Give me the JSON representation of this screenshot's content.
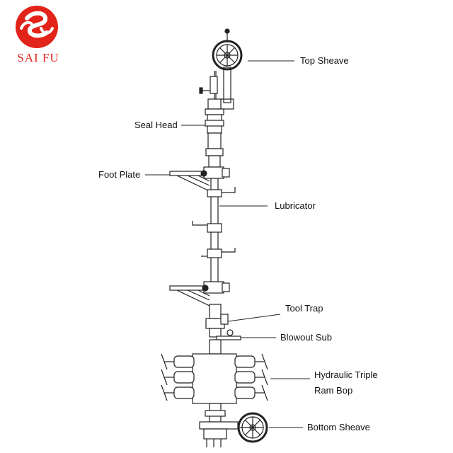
{
  "brand": {
    "name": "SAI FU",
    "color": "#e2231a"
  },
  "labels": {
    "top_sheave": "Top Sheave",
    "seal_head": "Seal Head",
    "foot_plate": "Foot Plate",
    "lubricator": "Lubricator",
    "tool_trap": "Tool Trap",
    "blowout_sub": "Blowout Sub",
    "bop_line1": "Hydraulic Triple",
    "bop_line2": "Ram Bop",
    "bottom_sheave": "Bottom Sheave"
  },
  "line_color": "#222222"
}
